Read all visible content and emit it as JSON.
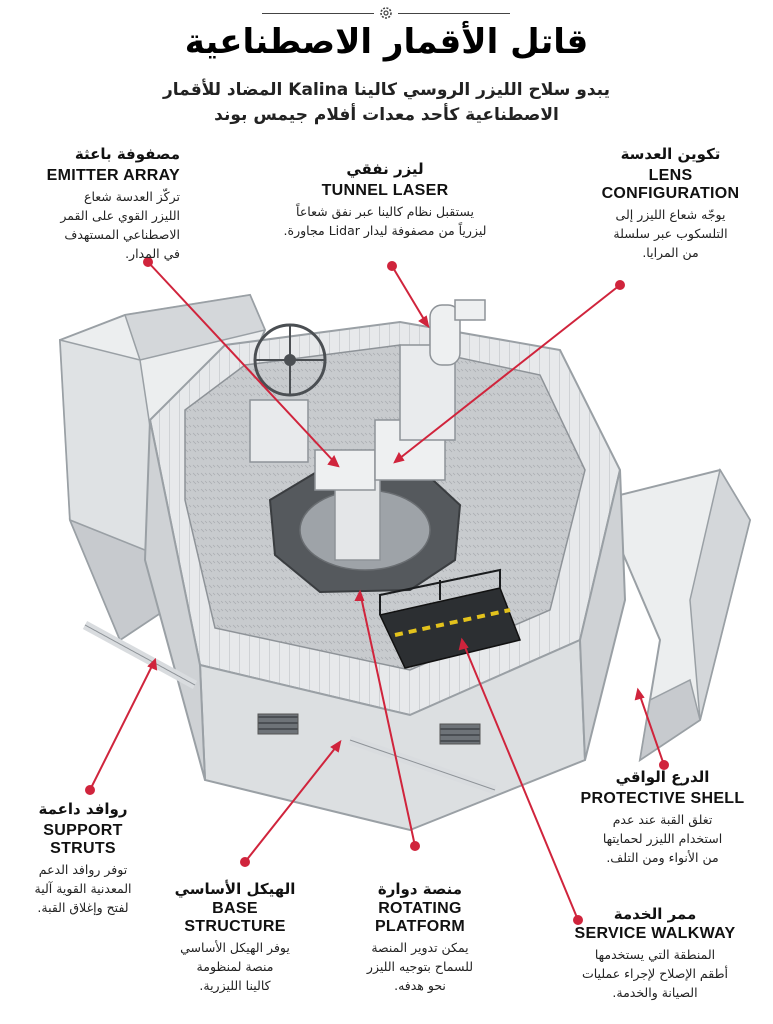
{
  "header": {
    "title": "قاتل الأقمار الاصطناعية",
    "subtitle_line1": "يبدو سلاح الليزر الروسي كالينا Kalina المضاد للأقمار",
    "subtitle_line2": "الاصطناعية كأحد معدات أفلام جيمس بوند"
  },
  "callouts": {
    "emitter": {
      "ar": "مصفوفة باعثة",
      "en": "EMITTER ARRAY",
      "desc1": "تركّز العدسة شعاع",
      "desc2": "الليزر القوي على القمر",
      "desc3": "الاصطناعي المستهدف",
      "desc4": "في المدار."
    },
    "tunnel": {
      "ar": "ليزر نفقي",
      "en": "TUNNEL LASER",
      "desc1": "يستقبل نظام كالينا عبر نفق شعاعاً",
      "desc2": "ليزرياً من مصفوفة ليدار Lidar مجاورة."
    },
    "lens": {
      "ar": "تكوين العدسة",
      "en1": "LENS",
      "en2": "CONFIGURATION",
      "desc1": "يوجّه شعاع الليزر إلى",
      "desc2": "التلسكوب عبر سلسلة",
      "desc3": "من المرايا."
    },
    "struts": {
      "ar": "روافد داعمة",
      "en1": "SUPPORT",
      "en2": "STRUTS",
      "desc1": "توفر روافد الدعم",
      "desc2": "المعدنية القوية آلية",
      "desc3": "لفتح وإغلاق القبة."
    },
    "base": {
      "ar": "الهيكل الأساسي",
      "en1": "BASE",
      "en2": "STRUCTURE",
      "desc1": "يوفر الهيكل الأساسي",
      "desc2": "منصة لمنظومة",
      "desc3": "كالينا الليزرية."
    },
    "platform": {
      "ar": "منصة دوارة",
      "en1": "ROTATING",
      "en2": "PLATFORM",
      "desc1": "يمكن تدوير المنصة",
      "desc2": "للسماح بتوجيه الليزر",
      "desc3": "نحو هدفه."
    },
    "shell": {
      "ar": "الدرع الواقي",
      "en": "PROTECTIVE SHELL",
      "desc1": "تغلق القبة عند عدم",
      "desc2": "استخدام الليزر لحمايتها",
      "desc3": "من الأنواء ومن التلف."
    },
    "walkway": {
      "ar": "ممر الخدمة",
      "en": "SERVICE WALKWAY",
      "desc1": "المنطقة التي يستخدمها",
      "desc2": "أطقم الإصلاح لإجراء عمليات",
      "desc3": "الصيانة والخدمة."
    }
  },
  "colors": {
    "pointer": "#d0243c",
    "structure": "#e6e8ea",
    "structure_dark": "#b9bdc1",
    "floor": "#c9cccf",
    "text": "#111111"
  }
}
